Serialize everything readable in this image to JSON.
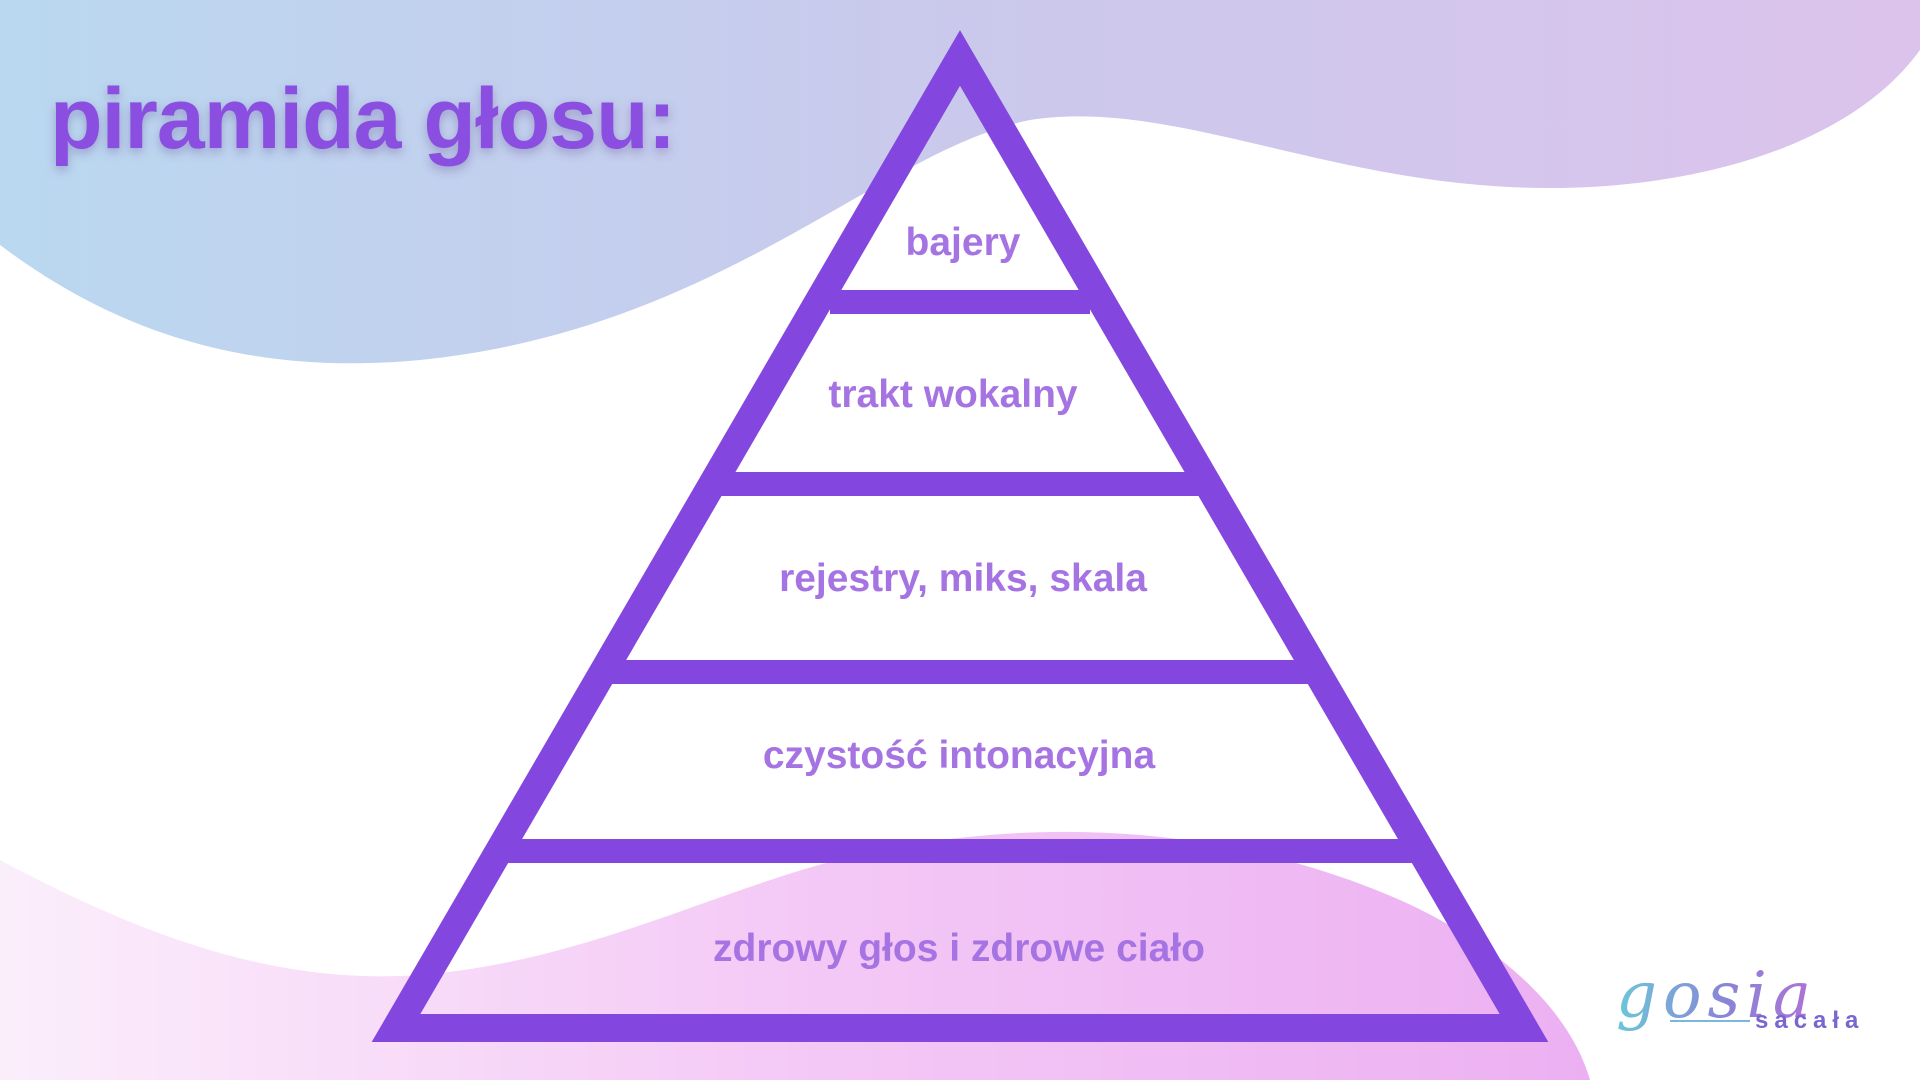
{
  "title": "piramida głosu:",
  "pyramid": {
    "layers": [
      {
        "label": "bajery"
      },
      {
        "label": "trakt wokalny"
      },
      {
        "label": "rejestry, miks, skala"
      },
      {
        "label": "czystość intonacyjna"
      },
      {
        "label": "zdrowy głos i zdrowe ciało"
      }
    ]
  },
  "logo": {
    "script": "gosia",
    "sub": "sacała"
  },
  "colors": {
    "pyramid_stroke": "#8347e0",
    "title": "#8a4ee0",
    "label": "#a674e2",
    "wave_top_left": "#bad8f0",
    "wave_top_right": "#dbc5ec",
    "wave_bottom": "#f0b4f2"
  }
}
